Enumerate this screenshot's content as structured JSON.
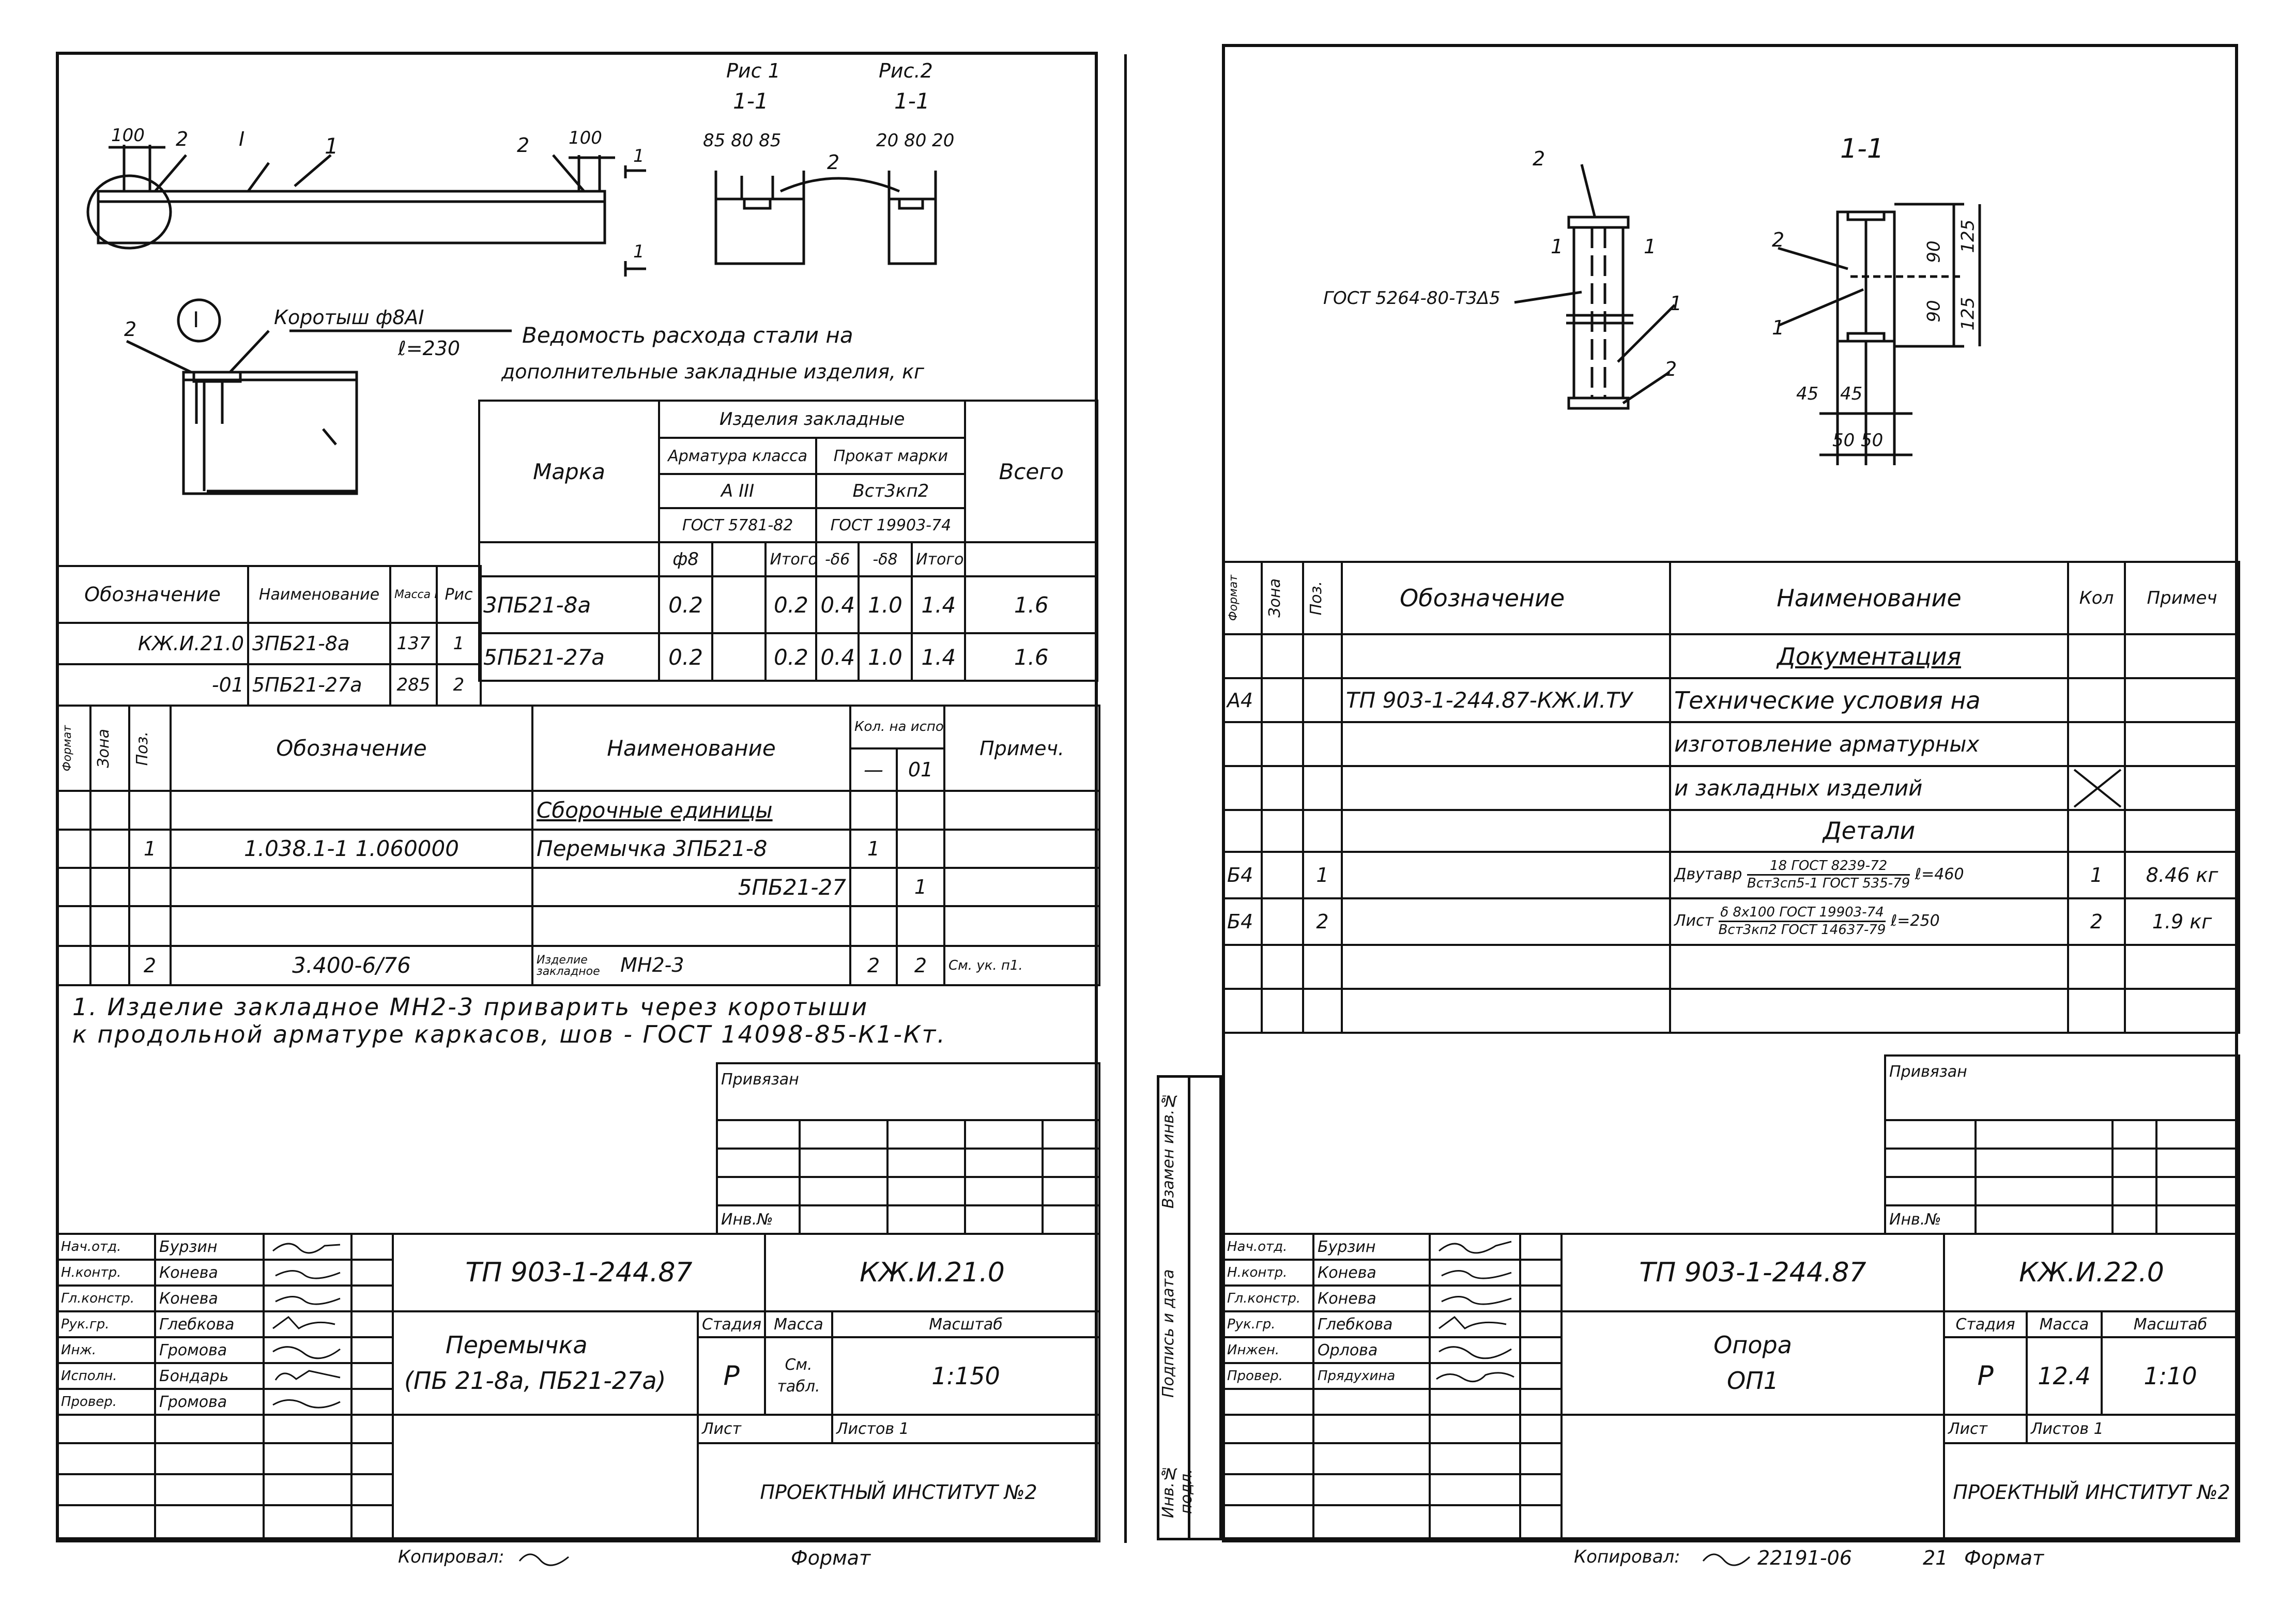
{
  "left": {
    "figure_labels": {
      "fig1": "Рис 1",
      "fig2": "Рис.2",
      "sec1": "1-1",
      "sec2": "1-1",
      "dim_100a": "100",
      "pos2a": "2",
      "markI": "I",
      "pos1": "1",
      "pos2b": "2",
      "dim_100b": "100",
      "cut1a": "1",
      "cut1b": "1",
      "dims1": "85 80 85",
      "dims2": "20 80 20",
      "pos2c": "2",
      "nodeI": "I",
      "pos2d": "2",
      "korotysh": "Коротыш ф8АI",
      "len230": "ℓ=230"
    },
    "vedomost_title_1": "Ведомость расхода стали на",
    "vedomost_title_2": "дополнительные закладные изделия, кг",
    "steel": {
      "marka_header": "Марка",
      "items_header": "Изделия закладные",
      "arm_header": "Арматура класса",
      "prokat_header": "Прокат марки",
      "total_header": "Всего",
      "arm_class": "А III",
      "prokat_mark": "Вст3кп2",
      "arm_gost": "ГОСТ 5781-82",
      "prokat_gost": "ГОСТ 19903-74",
      "sub": [
        "ф8",
        "",
        "Итого",
        "-δ6",
        "-δ8",
        "Итого"
      ],
      "rows": [
        {
          "mark": "3ПБ21-8а",
          "vals": [
            "0.2",
            "",
            "0.2",
            "0.4",
            "1.0",
            "1.4"
          ],
          "total": "1.6"
        },
        {
          "mark": "5ПБ21-27а",
          "vals": [
            "0.2",
            "",
            "0.2",
            "0.4",
            "1.0",
            "1.4"
          ],
          "total": "1.6"
        }
      ]
    },
    "designation": {
      "h_oboz": "Обозначение",
      "h_name": "Наименование",
      "h_mass": "Масса кг",
      "h_fig": "Рис",
      "rows": [
        {
          "oboz": "КЖ.И.21.0",
          "name": "3ПБ21-8а",
          "mass": "137",
          "fig": "1"
        },
        {
          "oboz": "-01",
          "name": "5ПБ21-27а",
          "mass": "285",
          "fig": "2"
        }
      ]
    },
    "spec": {
      "h_format": "Формат",
      "h_zone": "Зона",
      "h_pos": "Поз.",
      "h_oboz": "Обозначение",
      "h_name": "Наименование",
      "h_qty": "Кол. на исполнен.",
      "h_q1": "—",
      "h_q2": "01",
      "h_note": "Примеч.",
      "section": "Сборочные единицы",
      "r1": {
        "pos": "1",
        "oboz": "1.038.1-1 1.060000",
        "name": "Перемычка 3ПБ21-8",
        "q1": "1",
        "q2": ""
      },
      "r1b": {
        "name": "5ПБ21-27",
        "q1": "",
        "q2": "1"
      },
      "r2": {
        "pos": "2",
        "oboz": "3.400-6/76",
        "name_small": "Изделие закладное",
        "name": "МН2-3",
        "q1": "2",
        "q2": "2",
        "note": "См. ук. п1."
      }
    },
    "note_1": "1. Изделие закладное МН2-3 приварить через коротыши",
    "note_2": "к продольной арматуре каркасов, шов - ГОСТ 14098-85-К1-Кт.",
    "privyazan": "Привязан",
    "inv": "Инв.№",
    "stamp": {
      "roles": [
        "Нач.отд.",
        "Н.контр.",
        "Гл.констр.",
        "Рук.гр.",
        "Инж.",
        "Исполн.",
        "Провер."
      ],
      "names": [
        "Бурзин",
        "Конева",
        "Конева",
        "Глебкова",
        "Громова",
        "Бондарь",
        "Громова"
      ],
      "code": "ТП 903-1-244.87",
      "sheet_code": "КЖ.И.21.0",
      "title_1": "Перемычка",
      "title_2": "(ПБ 21-8а, ПБ21-27а)",
      "h_stage": "Стадия",
      "h_mass": "Масса",
      "h_scale": "Масштаб",
      "stage": "Р",
      "mass_1": "См.",
      "mass_2": "табл.",
      "scale": "1:150",
      "sheet": "Лист",
      "sheets": "Листов 1",
      "org": "ПРОЕКТНЫЙ ИНСТИТУТ №2"
    },
    "copied": "Копировал:",
    "format": "Формат"
  },
  "right": {
    "figure_labels": {
      "sec": "1-1",
      "pos2a": "2",
      "pos2b": "2",
      "pos1a": "1",
      "pos1b": "1",
      "cut1a": "1",
      "cut1b": "1",
      "weld": "ГОСТ 5264-80-Т3Δ5",
      "d90a": "90",
      "d90b": "90",
      "d125a": "125",
      "d125b": "125",
      "d45a": "45",
      "d45b": "45",
      "d50a": "50",
      "d50b": "50",
      "pos2c": "2",
      "pos1c": "1"
    },
    "spec": {
      "h_format": "Формат",
      "h_zone": "Зона",
      "h_pos": "Поз.",
      "h_oboz": "Обозначение",
      "h_name": "Наименование",
      "h_qty": "Кол",
      "h_note": "Примеч",
      "doc_section": "Документация",
      "doc_format": "А4",
      "doc_oboz": "ТП 903-1-244.87-КЖ.И.ТУ",
      "doc_name_1": "Технические условия на",
      "doc_name_2": "изготовление арматурных",
      "doc_name_3": "и закладных изделий",
      "det_section": "Детали",
      "r1": {
        "format": "Б4",
        "pos": "1",
        "name_pre": "Двутавр",
        "frac_top": "18 ГОСТ 8239-72",
        "frac_bot": "Вст3сп5-1 ГОСТ 535-79",
        "len": "ℓ=460",
        "qty": "1",
        "note": "8.46 кг"
      },
      "r2": {
        "format": "Б4",
        "pos": "2",
        "name_pre": "Лист",
        "frac_top": "δ 8x100 ГОСТ 19903-74",
        "frac_bot": "Вст3кп2 ГОСТ 14637-79",
        "len": "ℓ=250",
        "qty": "2",
        "note": "1.9 кг"
      }
    },
    "side": [
      "Инв.№ подл.",
      "Подпись и дата",
      "Взамен инв.№"
    ],
    "privyazan": "Привязан",
    "inv": "Инв.№",
    "stamp": {
      "roles": [
        "Нач.отд.",
        "Н.контр.",
        "Гл.констр.",
        "Рук.гр.",
        "Инжен.",
        "Провер."
      ],
      "names": [
        "Бурзин",
        "Конева",
        "Конева",
        "Глебкова",
        "Орлова",
        "Прядухина"
      ],
      "code": "ТП 903-1-244.87",
      "sheet_code": "КЖ.И.22.0",
      "title_1": "Опора",
      "title_2": "ОП1",
      "h_stage": "Стадия",
      "h_mass": "Масса",
      "h_scale": "Масштаб",
      "stage": "Р",
      "mass": "12.4",
      "scale": "1:10",
      "sheet": "Лист",
      "sheets": "Листов 1",
      "org": "ПРОЕКТНЫЙ ИНСТИТУТ №2"
    },
    "copied": "Копировал:",
    "number": "22191-06",
    "page": "21",
    "format": "Формат"
  }
}
